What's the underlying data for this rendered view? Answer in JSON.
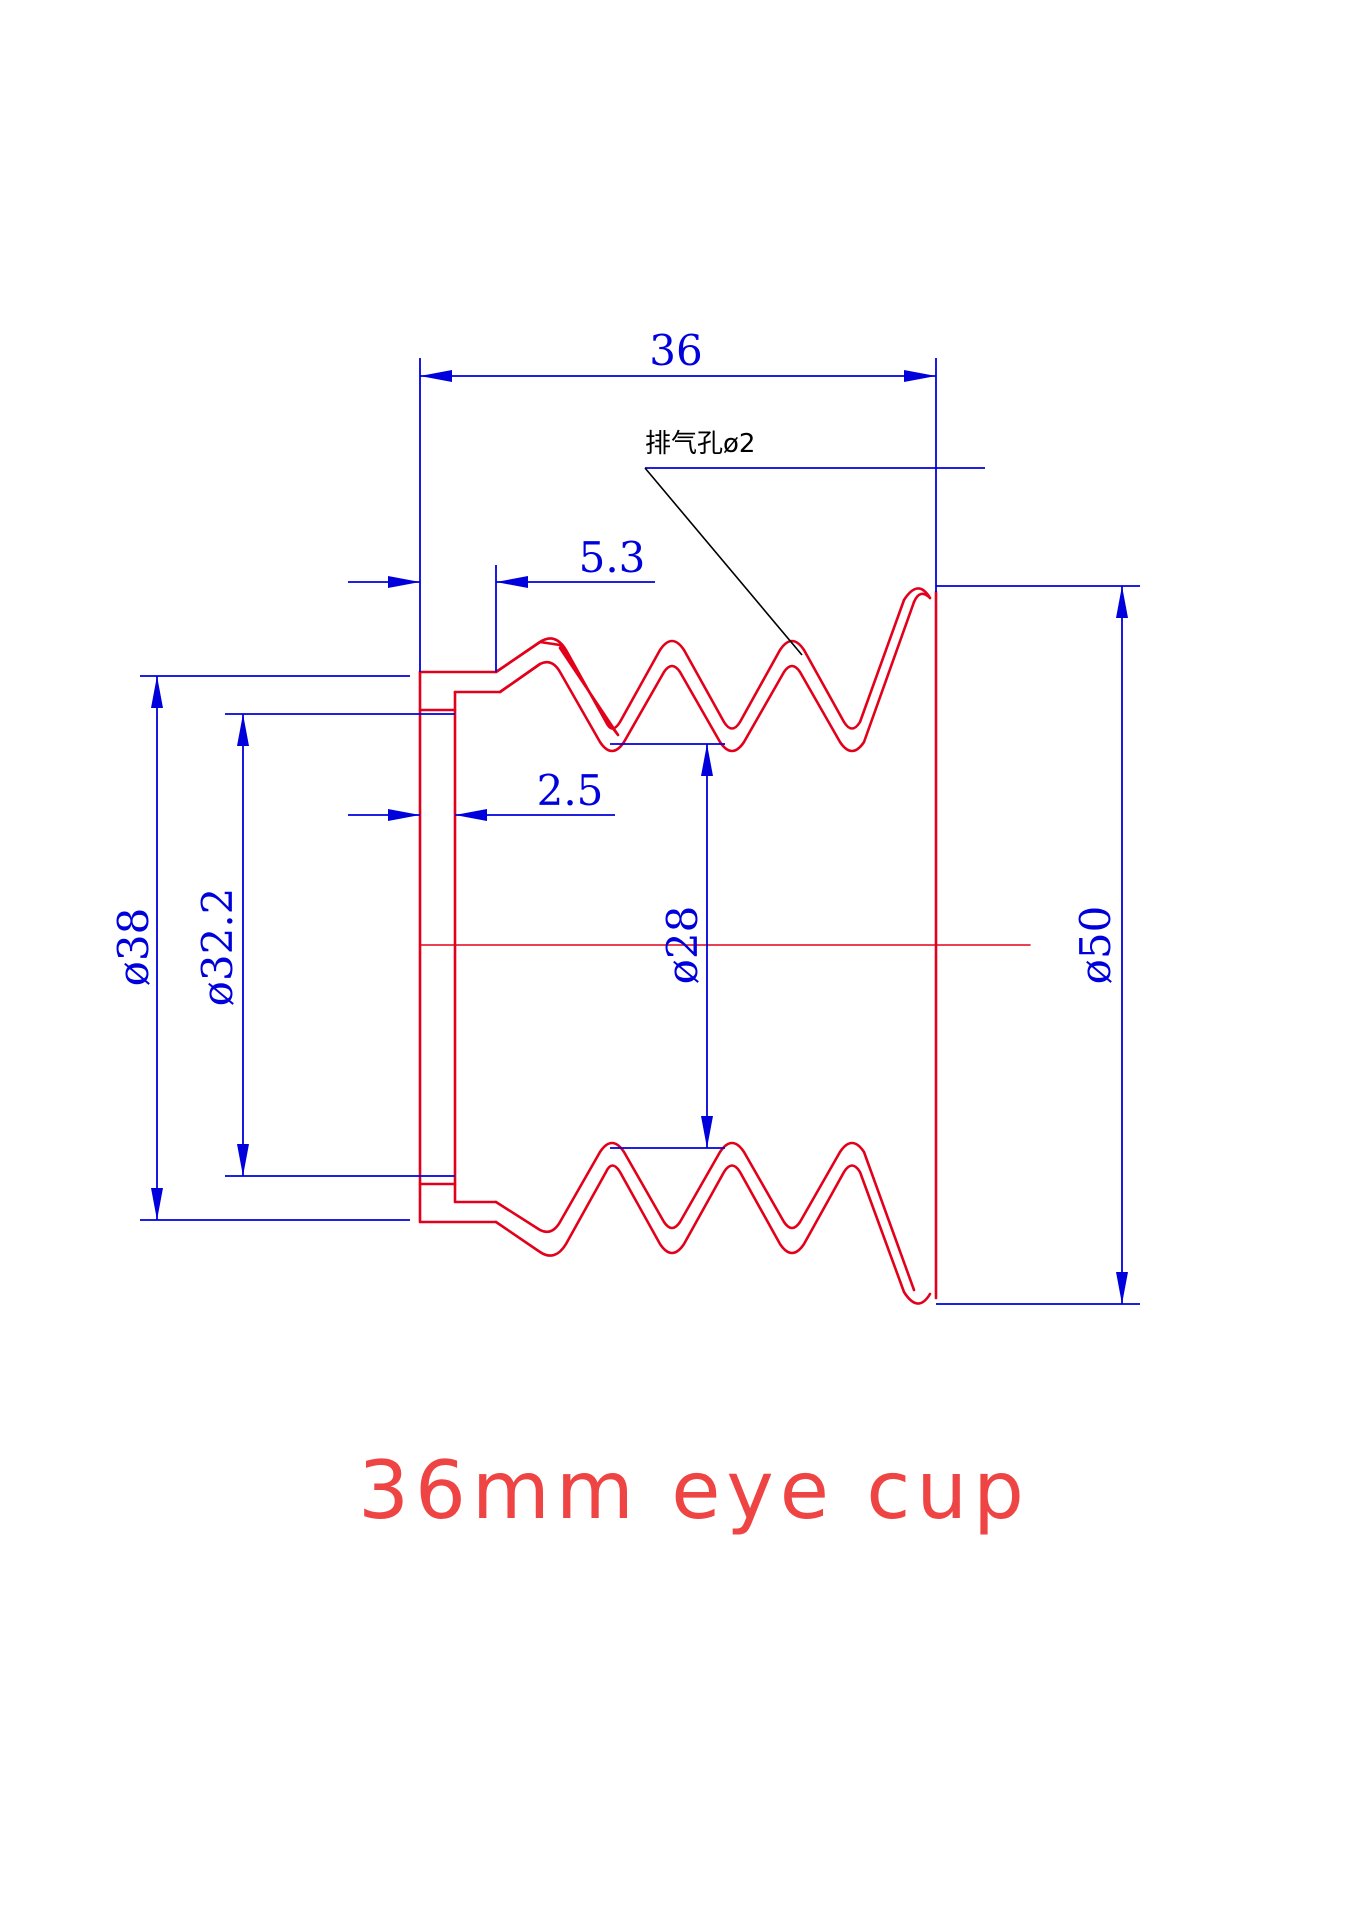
{
  "colors": {
    "part_outline": "#e3001b",
    "dimension": "#0000dd",
    "leader": "#000000",
    "title": "#ef4444",
    "background": "#ffffff"
  },
  "dimensions": {
    "overall_length": "36",
    "lip_depth": "5.3",
    "wall_thickness": "2.5",
    "outer_lip_diameter": "ø38",
    "inner_lip_diameter": "ø32.2",
    "bellows_inner_diameter": "ø28",
    "flange_diameter": "ø50"
  },
  "annotations": {
    "vent_hole": "排气孔ø2"
  },
  "title": "36mm eye cup"
}
